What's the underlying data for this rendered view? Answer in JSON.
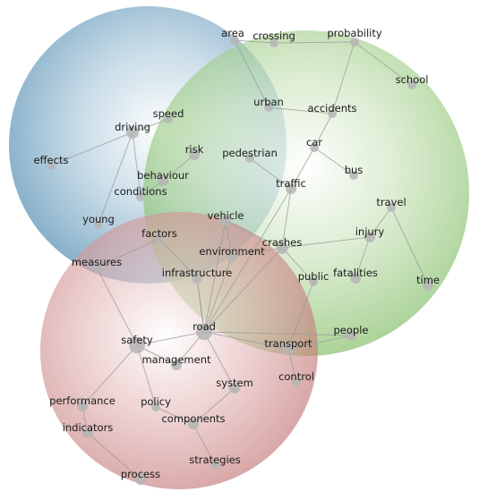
{
  "clusters": [
    {
      "id": "blue",
      "color": "#5b93b6"
    },
    {
      "id": "green",
      "color": "#7fbd63"
    },
    {
      "id": "red",
      "color": "#c47b7b"
    }
  ],
  "nodes": [
    {
      "id": "area",
      "label": "area"
    },
    {
      "id": "crossing",
      "label": "crossing"
    },
    {
      "id": "probability",
      "label": "probability"
    },
    {
      "id": "school",
      "label": "school"
    },
    {
      "id": "speed",
      "label": "speed"
    },
    {
      "id": "urban",
      "label": "urban"
    },
    {
      "id": "accidents",
      "label": "accidents"
    },
    {
      "id": "driving",
      "label": "driving"
    },
    {
      "id": "car",
      "label": "car"
    },
    {
      "id": "risk",
      "label": "risk"
    },
    {
      "id": "effects",
      "label": "effects"
    },
    {
      "id": "pedestrian",
      "label": "pedestrian"
    },
    {
      "id": "bus",
      "label": "bus"
    },
    {
      "id": "behaviour",
      "label": "behaviour"
    },
    {
      "id": "traffic",
      "label": "traffic"
    },
    {
      "id": "conditions",
      "label": "conditions"
    },
    {
      "id": "travel",
      "label": "travel"
    },
    {
      "id": "vehicle",
      "label": "vehicle"
    },
    {
      "id": "young",
      "label": "young"
    },
    {
      "id": "injury",
      "label": "injury"
    },
    {
      "id": "factors",
      "label": "factors"
    },
    {
      "id": "crashes",
      "label": "crashes"
    },
    {
      "id": "environment",
      "label": "environment"
    },
    {
      "id": "measures",
      "label": "measures"
    },
    {
      "id": "fatalities",
      "label": "fatalities"
    },
    {
      "id": "infrastructure",
      "label": "infrastructure"
    },
    {
      "id": "public",
      "label": "public"
    },
    {
      "id": "time",
      "label": "time"
    },
    {
      "id": "road",
      "label": "road"
    },
    {
      "id": "people",
      "label": "people"
    },
    {
      "id": "safety",
      "label": "safety"
    },
    {
      "id": "transport",
      "label": "transport"
    },
    {
      "id": "management",
      "label": "management"
    },
    {
      "id": "control",
      "label": "control"
    },
    {
      "id": "system",
      "label": "system"
    },
    {
      "id": "performance",
      "label": "performance"
    },
    {
      "id": "policy",
      "label": "policy"
    },
    {
      "id": "components",
      "label": "components"
    },
    {
      "id": "indicators",
      "label": "indicators"
    },
    {
      "id": "strategies",
      "label": "strategies"
    },
    {
      "id": "process",
      "label": "process"
    }
  ],
  "edges": [
    [
      "area",
      "crossing"
    ],
    [
      "area",
      "urban"
    ],
    [
      "urban",
      "accidents"
    ],
    [
      "accidents",
      "probability"
    ],
    [
      "probability",
      "crossing"
    ],
    [
      "probability",
      "school"
    ],
    [
      "accidents",
      "car"
    ],
    [
      "car",
      "bus"
    ],
    [
      "car",
      "traffic"
    ],
    [
      "pedestrian",
      "traffic"
    ],
    [
      "traffic",
      "crashes"
    ],
    [
      "traffic",
      "road"
    ],
    [
      "driving",
      "speed"
    ],
    [
      "driving",
      "effects"
    ],
    [
      "driving",
      "young"
    ],
    [
      "driving",
      "conditions"
    ],
    [
      "risk",
      "behaviour"
    ],
    [
      "behaviour",
      "conditions"
    ],
    [
      "vehicle",
      "environment"
    ],
    [
      "vehicle",
      "crashes"
    ],
    [
      "factors",
      "infrastructure"
    ],
    [
      "factors",
      "measures"
    ],
    [
      "crashes",
      "injury"
    ],
    [
      "crashes",
      "road"
    ],
    [
      "crashes",
      "environment"
    ],
    [
      "injury",
      "travel"
    ],
    [
      "injury",
      "fatalities"
    ],
    [
      "travel",
      "time"
    ],
    [
      "infrastructure",
      "road"
    ],
    [
      "environment",
      "road"
    ],
    [
      "vehicle",
      "road"
    ],
    [
      "measures",
      "safety"
    ],
    [
      "public",
      "transport"
    ],
    [
      "public",
      "crashes"
    ],
    [
      "road",
      "safety"
    ],
    [
      "road",
      "transport"
    ],
    [
      "road",
      "management"
    ],
    [
      "road",
      "system"
    ],
    [
      "road",
      "infrastructure"
    ],
    [
      "transport",
      "people"
    ],
    [
      "transport",
      "control"
    ],
    [
      "safety",
      "performance"
    ],
    [
      "safety",
      "policy"
    ],
    [
      "safety",
      "management"
    ],
    [
      "performance",
      "indicators"
    ],
    [
      "indicators",
      "process"
    ],
    [
      "system",
      "components"
    ],
    [
      "components",
      "strategies"
    ],
    [
      "components",
      "policy"
    ],
    [
      "road",
      "people"
    ]
  ]
}
